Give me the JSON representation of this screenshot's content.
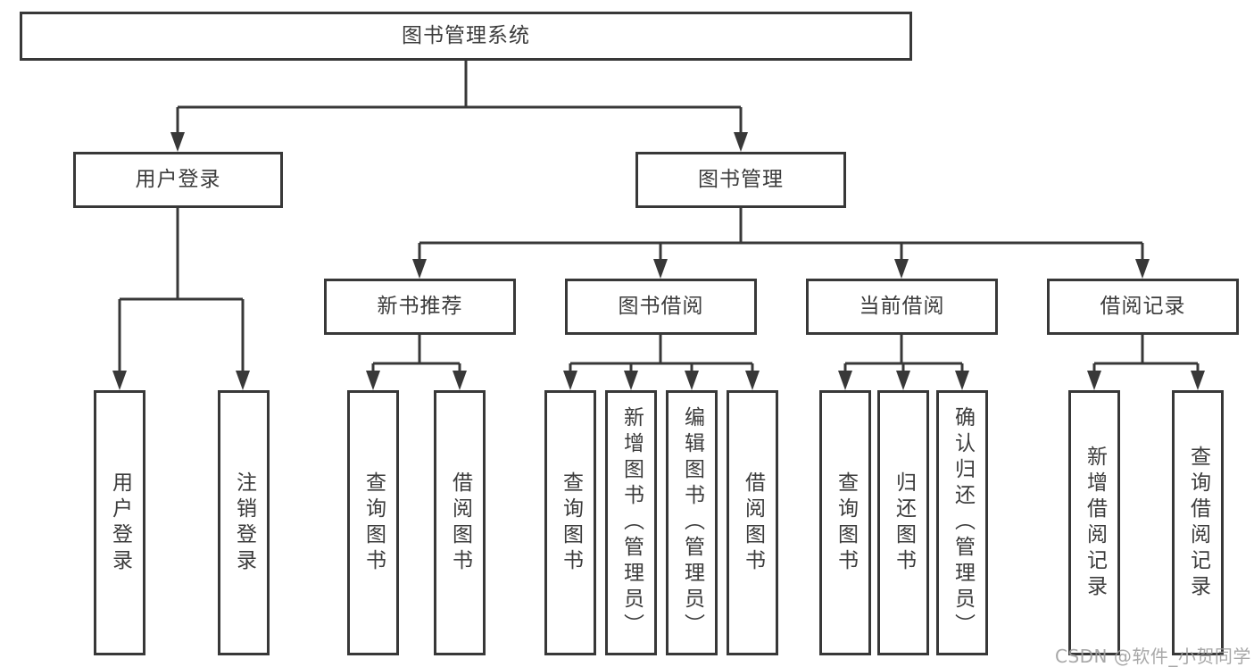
{
  "diagram_title": "图书管理系统",
  "colors": {
    "line": "#383838",
    "text": "#3c3c3c",
    "background": "#ffffff",
    "watermark": "#9f9f9f"
  },
  "tree": {
    "root": "图书管理系统",
    "branches": [
      {
        "label": "用户登录",
        "children": [
          "用户登录",
          "注销登录"
        ]
      },
      {
        "label": "图书管理",
        "sections": [
          {
            "label": "新书推荐",
            "children": [
              "查询图书",
              "借阅图书"
            ]
          },
          {
            "label": "图书借阅",
            "children": [
              "查询图书",
              "新增图书（管理员）",
              "编辑图书（管理员）",
              "借阅图书"
            ]
          },
          {
            "label": "当前借阅",
            "children": [
              "查询图书",
              "归还图书",
              "确认归还（管理员）"
            ]
          },
          {
            "label": "借阅记录",
            "children": [
              "新增借阅记录",
              "查询借阅记录"
            ]
          }
        ]
      }
    ]
  },
  "watermark": "CSDN @软件_小贺同学"
}
